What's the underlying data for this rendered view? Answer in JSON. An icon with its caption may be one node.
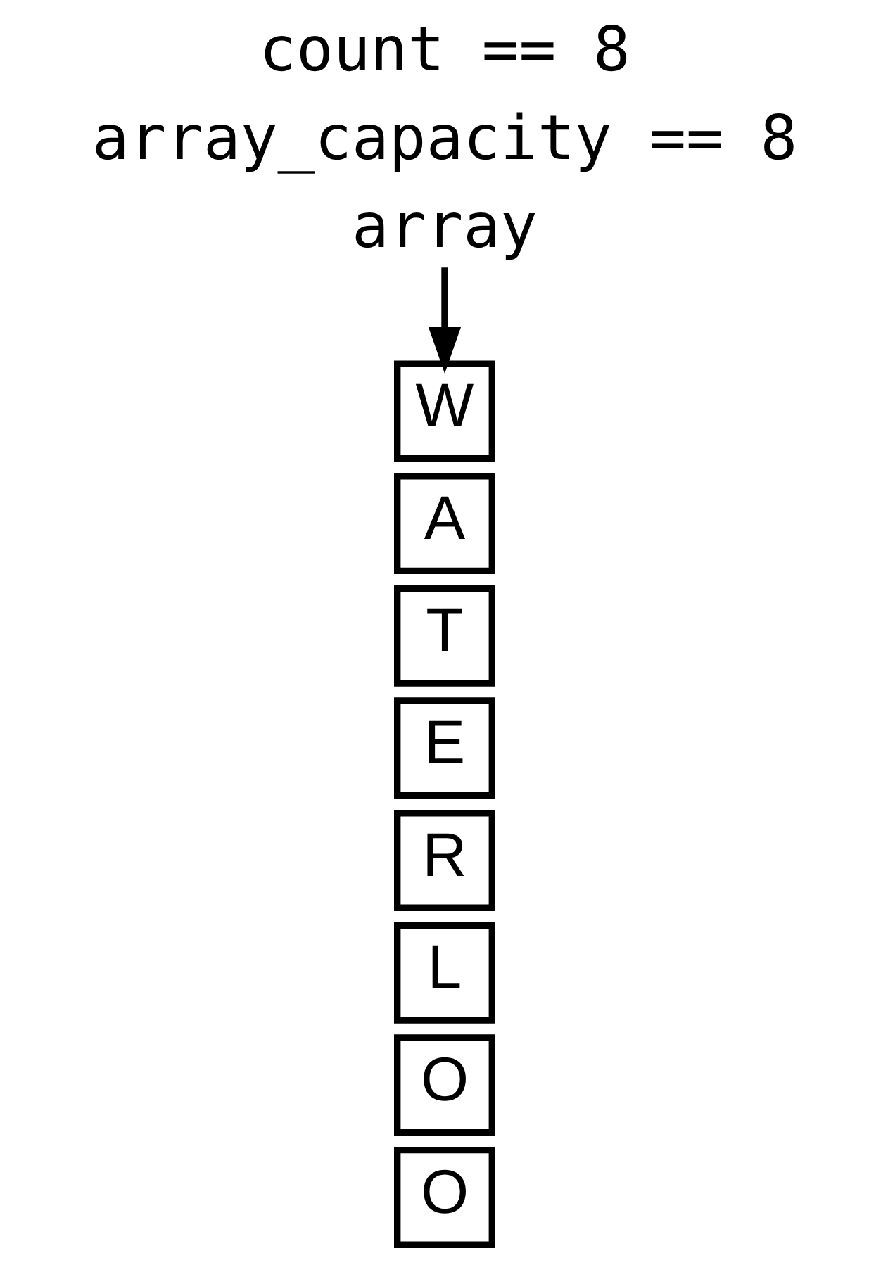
{
  "diagram": {
    "nodes": [
      {
        "text": [
          "array"
        ]
      },
      {
        "text": [
          "W"
        ]
      },
      {
        "text": [
          "A"
        ]
      },
      {
        "text": [
          "T"
        ]
      },
      {
        "text": [
          "E"
        ]
      },
      {
        "text": [
          "R"
        ]
      },
      {
        "text": [
          "L"
        ]
      },
      {
        "text": [
          "O"
        ]
      },
      {
        "text": [
          "O"
        ]
      }
    ],
    "edges": [
      {
        "from": 0,
        "to": 1,
        "arrow": "to"
      }
    ],
    "labels": [
      "count == 8",
      "array_capacity == 8"
    ]
  }
}
